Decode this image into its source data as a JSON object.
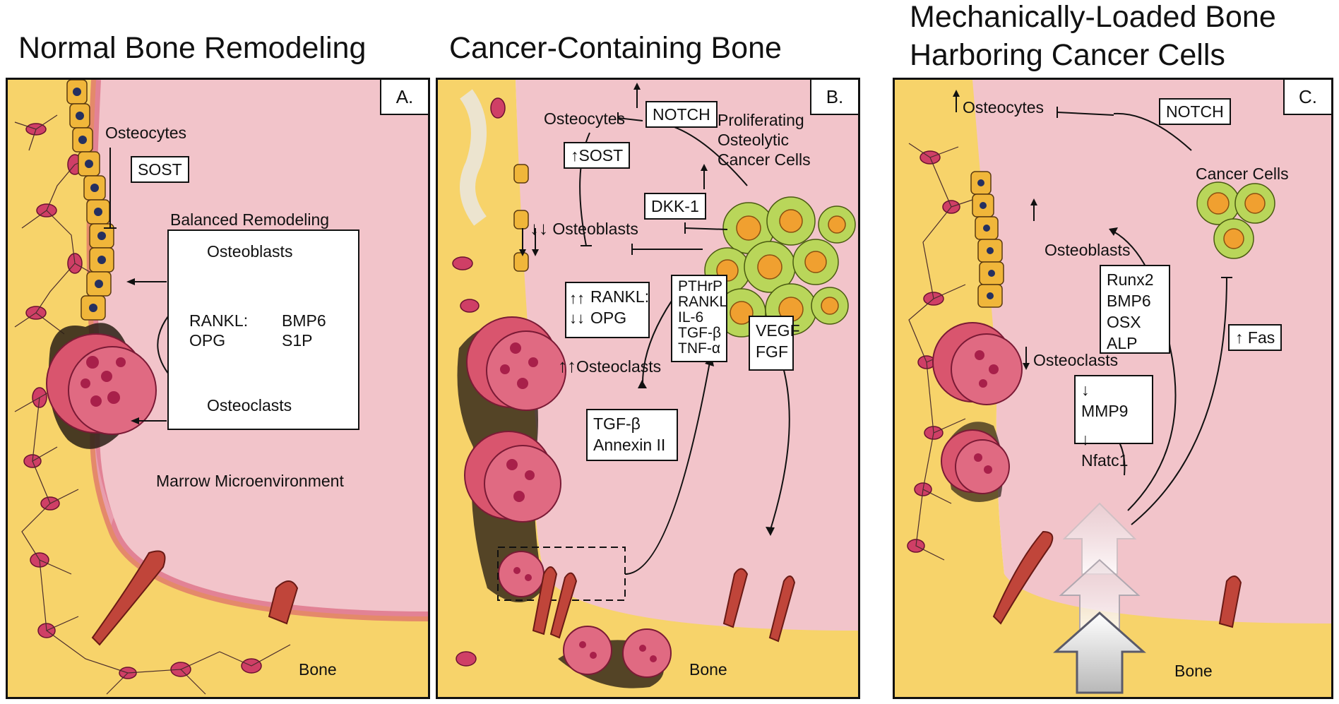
{
  "titles": {
    "a": "Normal Bone Remodeling",
    "b": "Cancer-Containing Bone",
    "c_line1": "Mechanically-Loaded Bone",
    "c_line2": "Harboring Cancer Cells"
  },
  "panel_a": {
    "letter": "A.",
    "osteocytes": "Osteocytes",
    "sost": "SOST",
    "balanced": "Balanced Remodeling",
    "osteoblasts": "Osteoblasts",
    "rankl": "RANKL:",
    "opg": "OPG",
    "bmp6": "BMP6",
    "s1p": "S1P",
    "osteoclasts": "Osteoclasts",
    "marrow": "Marrow Microenvironment",
    "bone": "Bone"
  },
  "panel_b": {
    "letter": "B.",
    "osteocytes": "Osteocytes",
    "notch": "NOTCH",
    "proliferating": "Proliferating",
    "osteolytic": "Osteolytic",
    "cancer_cells": "Cancer Cells",
    "sost": "SOST",
    "dkk1": "DKK-1",
    "osteoblasts": "Osteoblasts",
    "rankl": "RANKL:",
    "opg": "OPG",
    "factors": [
      "PTHrP",
      "RANKL",
      "IL-6",
      "TGF-β",
      "TNF-α"
    ],
    "osteoclasts": "Osteoclasts",
    "vegf": "VEGF",
    "fgf": "FGF",
    "tgfb": "TGF-β",
    "annexin": "Annexin II",
    "bone": "Bone"
  },
  "panel_c": {
    "letter": "C.",
    "osteocytes": "Osteocytes",
    "notch": "NOTCH",
    "cancer_cells": "Cancer Cells",
    "osteoblasts": "Osteoblasts",
    "markers": [
      "Runx2",
      "BMP6",
      "OSX",
      "ALP"
    ],
    "fas": "Fas",
    "osteoclasts": "Osteoclasts",
    "mmp9": "MMP9",
    "nfatc1": "Nfatc1",
    "bone": "Bone"
  },
  "colors": {
    "marrow": "#f2c4ca",
    "bone": "#f7d36a",
    "osteoclast": "#d9556e",
    "cancer_cell": "#b9d65a",
    "nucleus": "#f0a030"
  }
}
